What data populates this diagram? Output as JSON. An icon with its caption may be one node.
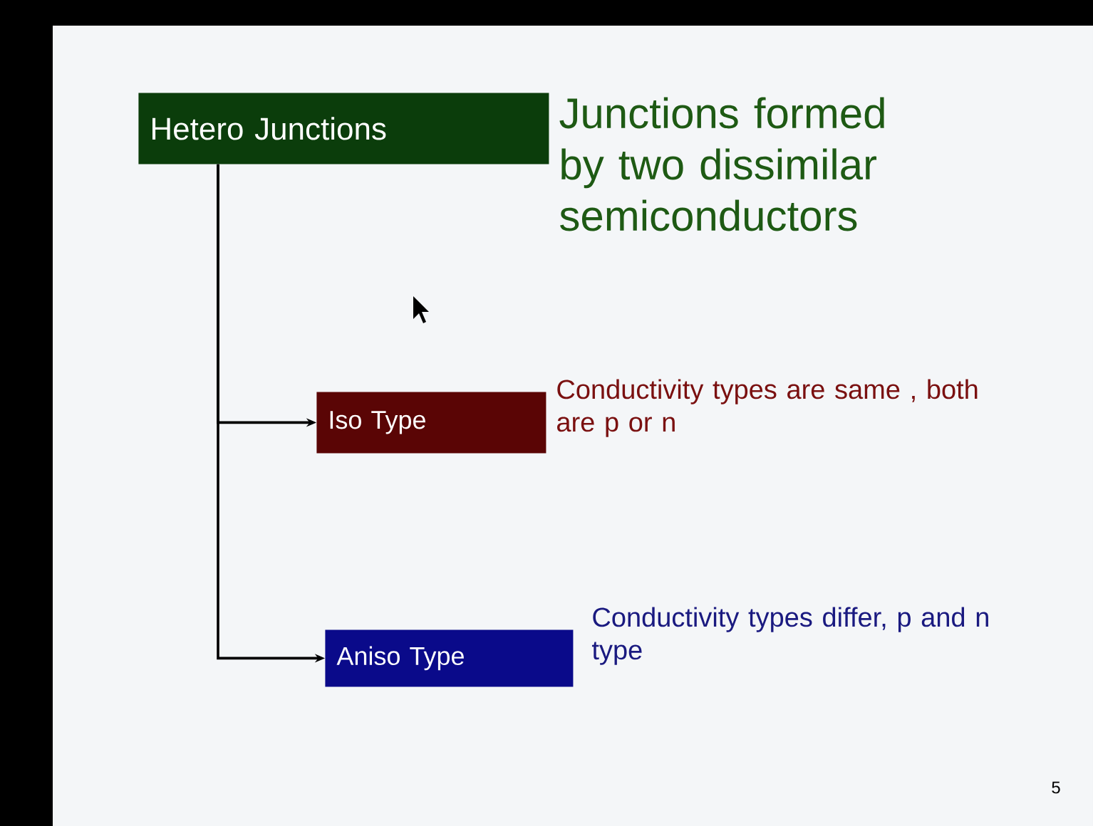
{
  "diagram": {
    "nodes": [
      {
        "text": [
          "Hetero Junctions"
        ],
        "beside": [
          "Junctions formed by two dissimilar semiconductors"
        ]
      },
      {
        "text": [
          "Iso Type"
        ],
        "beside": [
          "Conductivity types are same , both are p or n"
        ]
      },
      {
        "text": [
          "Aniso Type"
        ],
        "beside": [
          "Conductivity types differ, p and n type"
        ]
      }
    ],
    "edges": [
      {
        "from": 0,
        "to": 1,
        "arrow": "to"
      },
      {
        "from": 0,
        "to": 2,
        "arrow": "to"
      }
    ],
    "labels": [
      "5"
    ]
  }
}
